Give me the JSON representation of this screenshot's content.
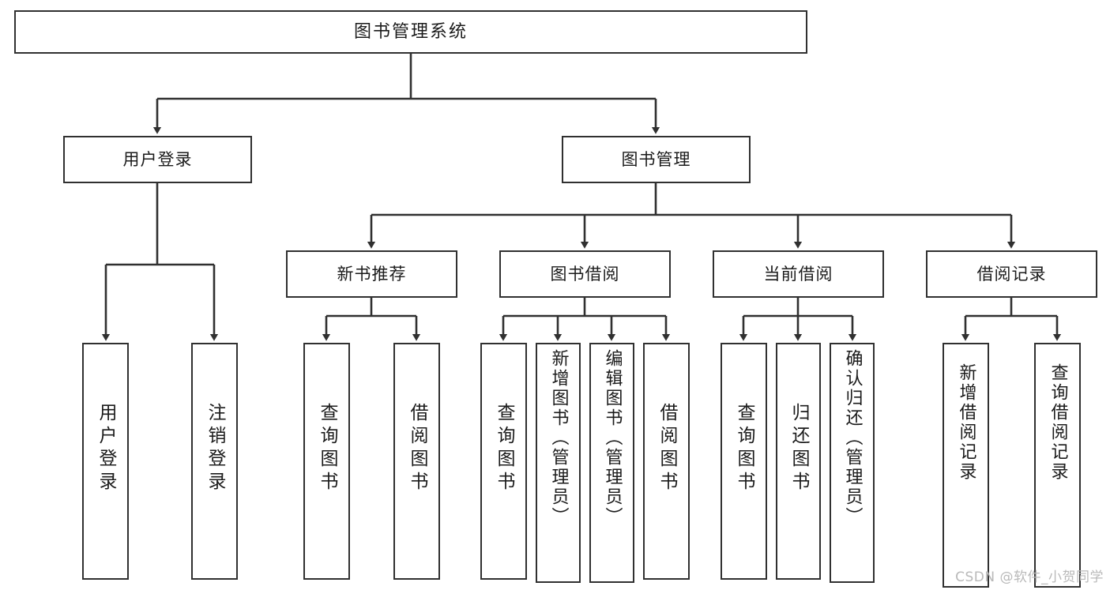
{
  "diagram": {
    "type": "tree",
    "title": "图书管理系统",
    "orientation": "top-down",
    "edge_style": "orthogonal-arrow",
    "colors": {
      "node_border": "#303030",
      "node_fill": "#ffffff",
      "edge": "#303030",
      "text": "#1b1b1b",
      "watermark": "#b9b9b9",
      "background": "#ffffff"
    }
  },
  "root": {
    "label": "图书管理系统"
  },
  "level1": [
    {
      "id": "user-login",
      "label": "用户登录"
    },
    {
      "id": "book-manage",
      "label": "图书管理"
    }
  ],
  "level2": [
    {
      "id": "new-book-recommend",
      "label": "新书推荐",
      "parent": "book-manage"
    },
    {
      "id": "book-borrow",
      "label": "图书借阅",
      "parent": "book-manage"
    },
    {
      "id": "current-borrow",
      "label": "当前借阅",
      "parent": "book-manage"
    },
    {
      "id": "borrow-record",
      "label": "借阅记录",
      "parent": "book-manage"
    }
  ],
  "leaves": [
    {
      "id": "leaf-user-login",
      "label": "用户登录",
      "parent": "user-login"
    },
    {
      "id": "leaf-user-logout",
      "label": "注销登录",
      "parent": "user-login"
    },
    {
      "id": "leaf-query-book-1",
      "label": "查询图书",
      "parent": "new-book-recommend"
    },
    {
      "id": "leaf-borrow-book-1",
      "label": "借阅图书",
      "parent": "new-book-recommend"
    },
    {
      "id": "leaf-query-book-2",
      "label": "查询图书",
      "parent": "book-borrow"
    },
    {
      "id": "leaf-add-book-admin",
      "label": "新增图书（管理员）",
      "parent": "book-borrow"
    },
    {
      "id": "leaf-edit-book-admin",
      "label": "编辑图书（管理员）",
      "parent": "book-borrow"
    },
    {
      "id": "leaf-borrow-book-2",
      "label": "借阅图书",
      "parent": "book-borrow"
    },
    {
      "id": "leaf-query-book-3",
      "label": "查询图书",
      "parent": "current-borrow"
    },
    {
      "id": "leaf-return-book",
      "label": "归还图书",
      "parent": "current-borrow"
    },
    {
      "id": "leaf-confirm-return-admin",
      "label": "确认归还（管理员）",
      "parent": "current-borrow"
    },
    {
      "id": "leaf-add-borrow-record",
      "label": "新增借阅记录",
      "parent": "borrow-record"
    },
    {
      "id": "leaf-query-borrow-record",
      "label": "查询借阅记录",
      "parent": "borrow-record"
    }
  ],
  "watermark": {
    "text": "CSDN @软件_小贺同学"
  }
}
